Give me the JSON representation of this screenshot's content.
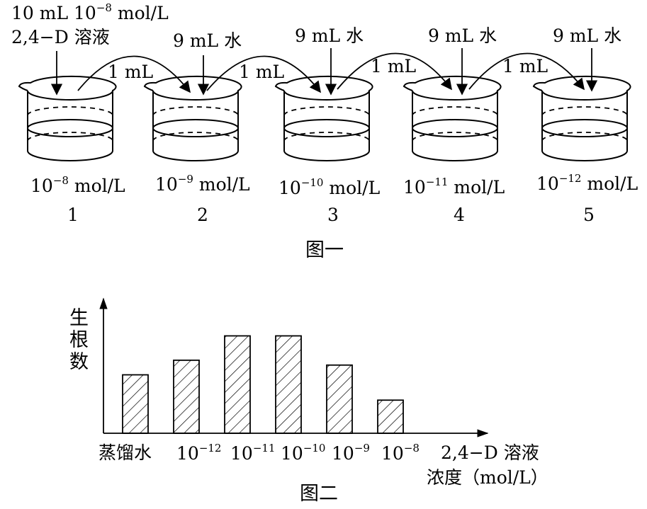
{
  "figure1": {
    "caption": "图一",
    "initial_note": {
      "line1": "10 mL 10",
      "line1_exp": "−8",
      "line1_unit": " mol/L",
      "line2": "2,4−D 溶液"
    },
    "water_label": "9 mL 水",
    "transfer_label": "1 mL",
    "beakers": [
      {
        "number": "1",
        "conc_base": "10",
        "conc_exp": "−8",
        "conc_unit": " mol/L"
      },
      {
        "number": "2",
        "conc_base": "10",
        "conc_exp": "−9",
        "conc_unit": " mol/L"
      },
      {
        "number": "3",
        "conc_base": "10",
        "conc_exp": "−10",
        "conc_unit": " mol/L"
      },
      {
        "number": "4",
        "conc_base": "10",
        "conc_exp": "−11",
        "conc_unit": " mol/L"
      },
      {
        "number": "5",
        "conc_base": "10",
        "conc_exp": "−12",
        "conc_unit": " mol/L"
      }
    ]
  },
  "figure2": {
    "caption": "图二",
    "ylabel_chars": [
      "生",
      "根",
      "数"
    ],
    "xlabel_line1": "2,4−D 溶液",
    "xlabel_line2": "浓度（mol/L）"
  },
  "chart_data": {
    "type": "bar",
    "categories": [
      {
        "base": "蒸馏水",
        "exp": ""
      },
      {
        "base": "10",
        "exp": "−12"
      },
      {
        "base": "10",
        "exp": "−11"
      },
      {
        "base": "10",
        "exp": "−10"
      },
      {
        "base": "10",
        "exp": "−9"
      },
      {
        "base": "10",
        "exp": "−8"
      }
    ],
    "values": [
      6,
      7.5,
      10,
      10,
      7,
      3.4
    ],
    "ylim": [
      0,
      10.6
    ],
    "fill_pattern": "diagonal-hatch",
    "grid": false
  }
}
